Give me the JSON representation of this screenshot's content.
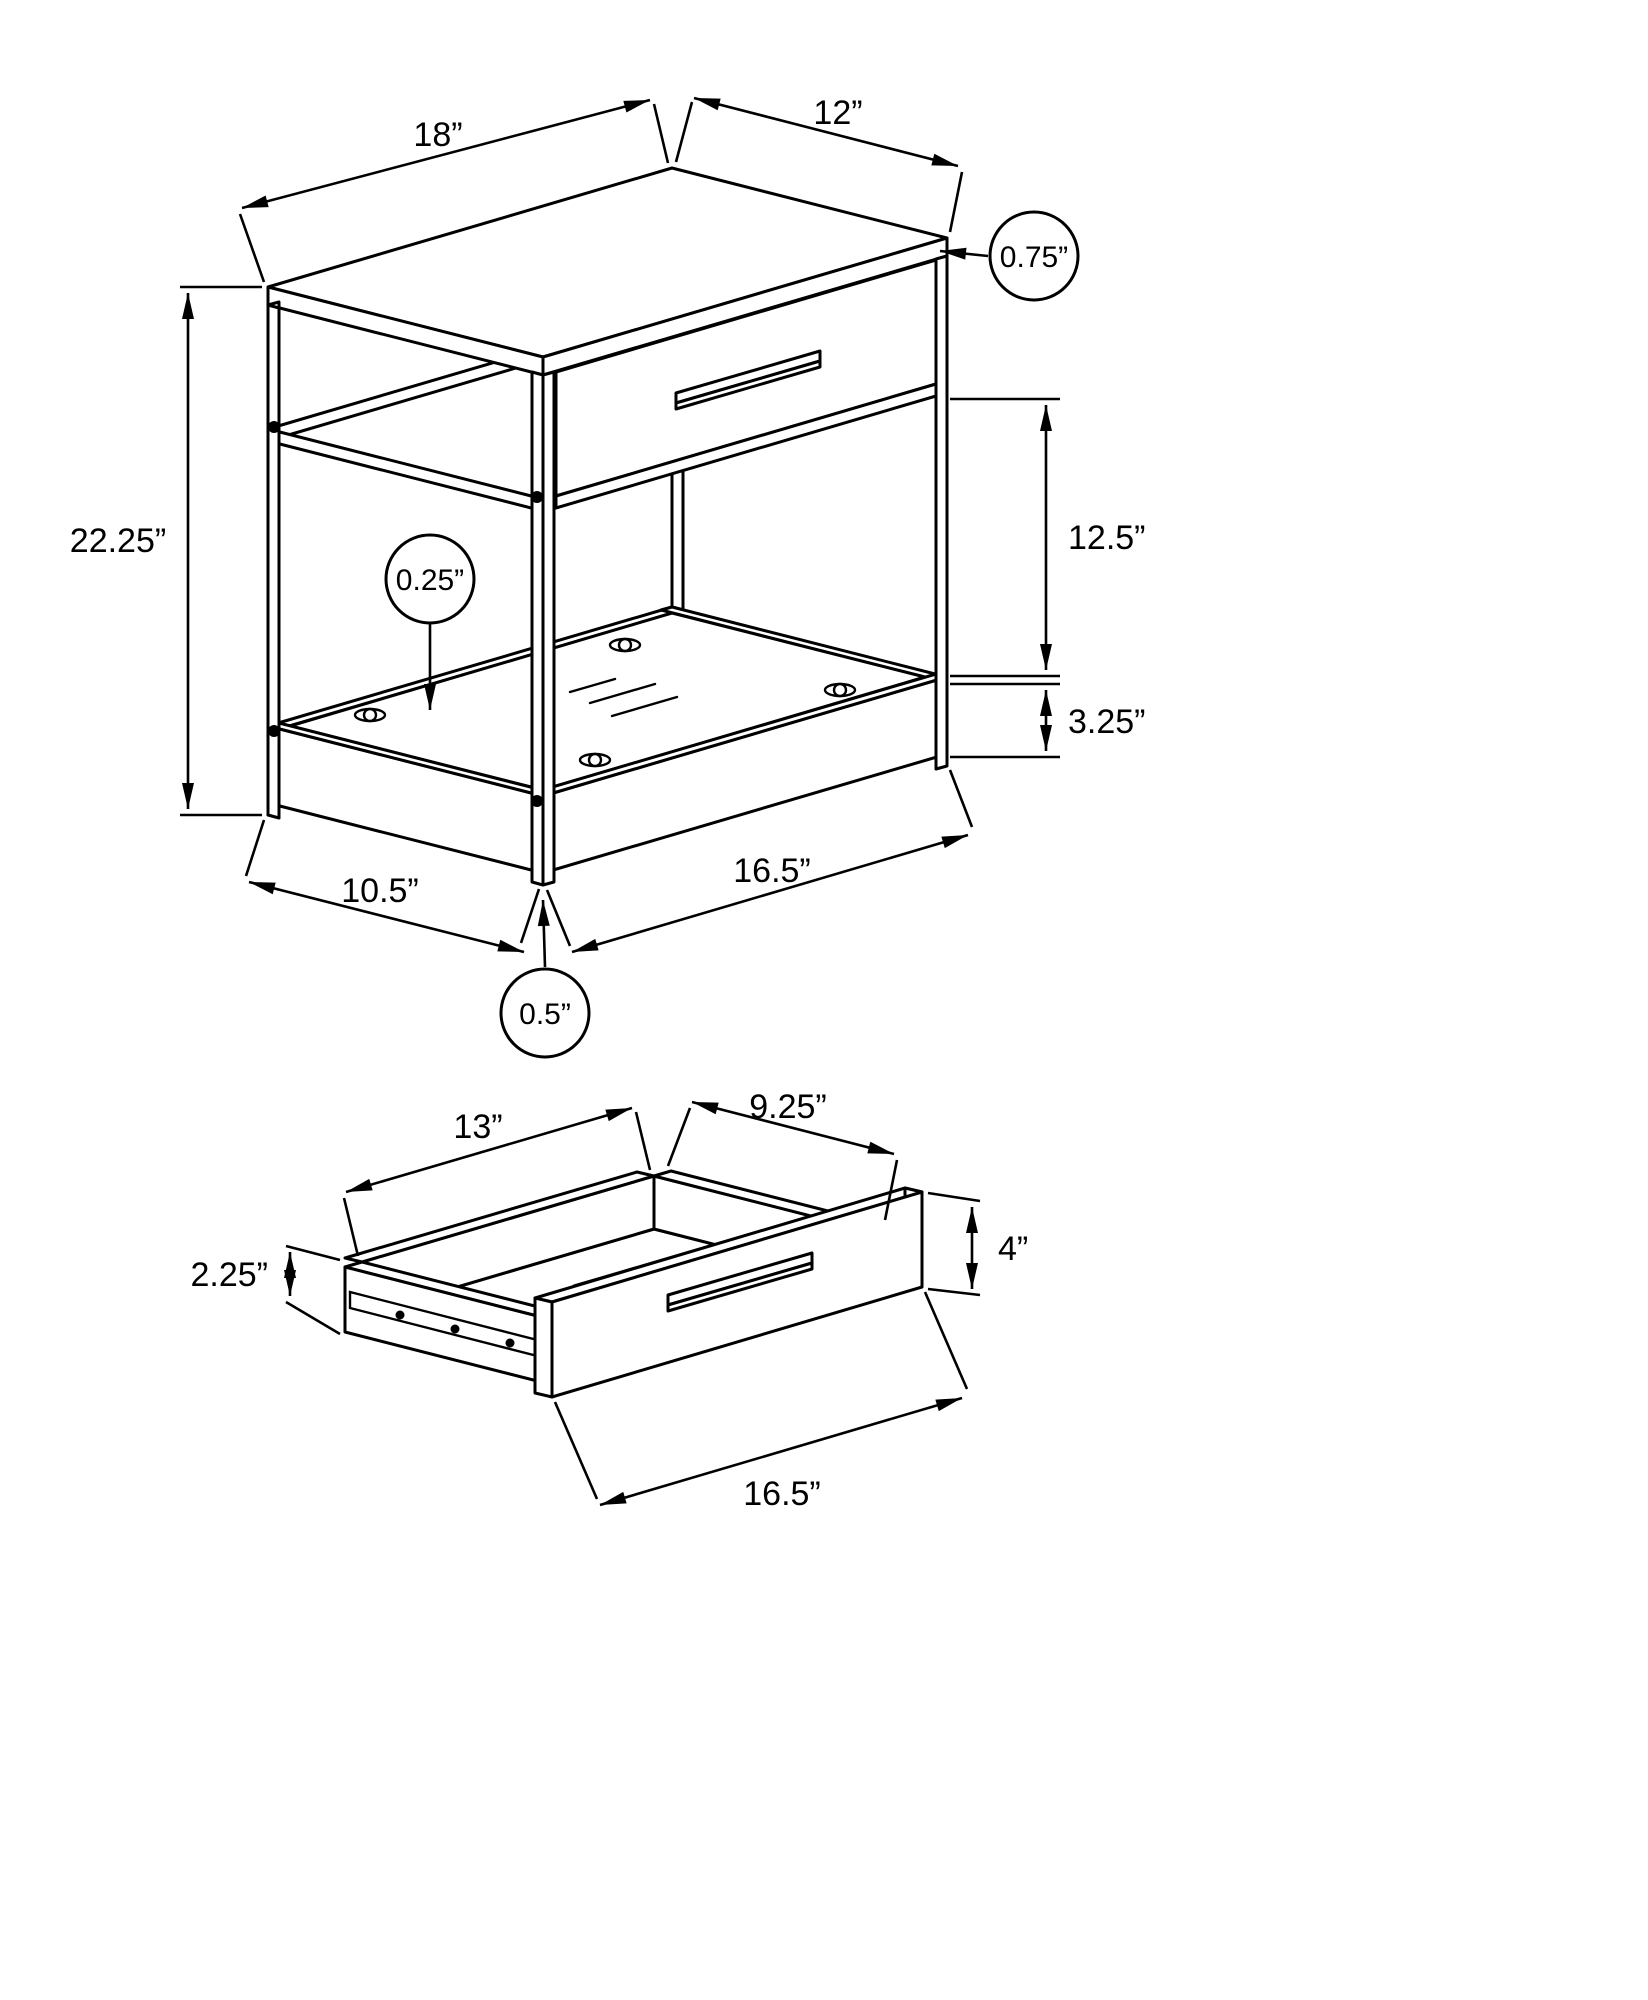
{
  "colors": {
    "background": "#ffffff",
    "line": "#000000"
  },
  "table_view": {
    "dims": {
      "top_width": "18”",
      "top_depth": "12”",
      "top_thickness": "0.75”",
      "overall_height": "22.25”",
      "drawer_to_shelf_height": "12.5”",
      "shelf_frame_height": "3.25”",
      "shelf_thickness": "0.25”",
      "base_side_span": "10.5”",
      "base_front_span": "16.5”",
      "frame_tube_thickness": "0.5”"
    }
  },
  "drawer_view": {
    "dims": {
      "inner_width": "13”",
      "inner_depth": "9.25”",
      "side_height": "2.25”",
      "front_height": "4”",
      "front_width": "16.5”"
    }
  }
}
